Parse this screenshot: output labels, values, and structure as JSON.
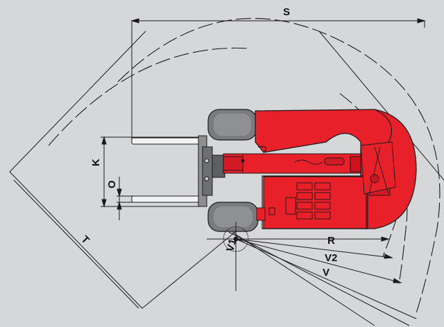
{
  "labels": {
    "S": "S",
    "K": "K",
    "O": "O",
    "T": "T",
    "R": "R",
    "V": "V",
    "V1": "V1",
    "V2": "V2"
  },
  "colors": {
    "background": "#d6d7d9",
    "machine_red": "#e8202a",
    "tire": "#7a7b7d",
    "line": "#1a1a1a",
    "fork": "#f2f2f2"
  }
}
